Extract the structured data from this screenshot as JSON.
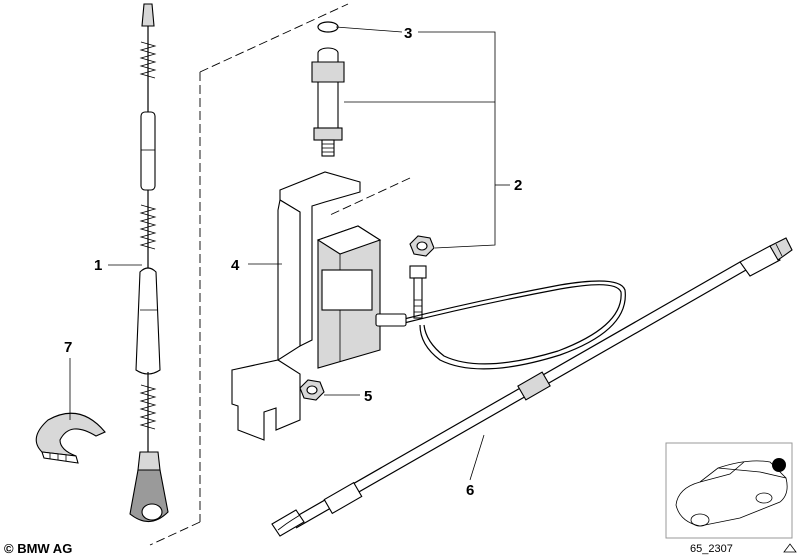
{
  "callouts": [
    {
      "id": "1",
      "label": "1"
    },
    {
      "id": "2",
      "label": "2"
    },
    {
      "id": "3",
      "label": "3"
    },
    {
      "id": "4",
      "label": "4"
    },
    {
      "id": "5",
      "label": "5"
    },
    {
      "id": "6",
      "label": "6"
    },
    {
      "id": "7",
      "label": "7"
    }
  ],
  "copyright": "© BMW AG",
  "reference_code": "65_2307",
  "icons": {
    "car": "car-location-icon",
    "marker": "location-dot-icon",
    "corner": "triangle-icon"
  }
}
